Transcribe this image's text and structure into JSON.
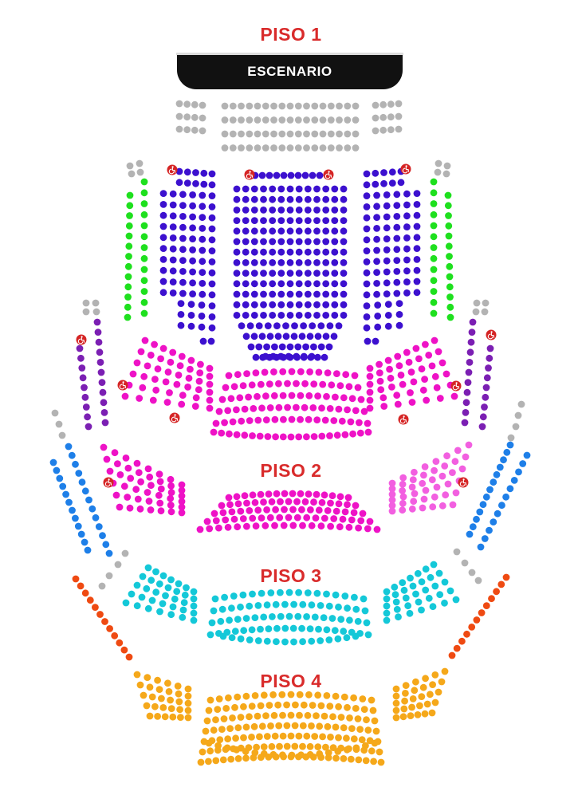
{
  "floors": {
    "piso1": "PISO 1",
    "piso2": "PISO 2",
    "piso3": "PISO 3",
    "piso4": "PISO 4"
  },
  "stage": {
    "label": "ESCENARIO"
  },
  "colors": {
    "unavailable": "#b3b3b3",
    "orchestra_blue": "#3c10cf",
    "side_green": "#1ee01e",
    "magenta": "#ee12c6",
    "light_magenta": "#f25fe0",
    "purple": "#7b1fb3",
    "azure": "#1e7fe8",
    "cyan": "#14c8d8",
    "orange_red": "#ef4a12",
    "amber": "#f5a81a",
    "accessible_badge": "#d52525",
    "floor_label": "#d92b2b"
  },
  "icons": {
    "accessible": "wheelchair-icon"
  }
}
